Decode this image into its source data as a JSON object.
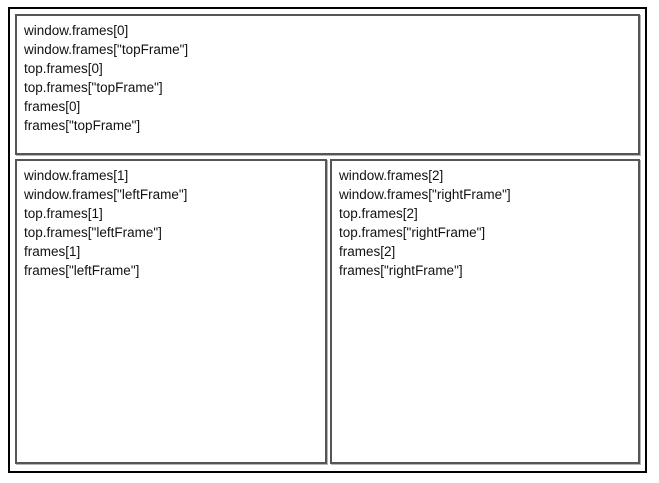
{
  "diagram": {
    "colors": {
      "background": "#ffffff",
      "outer_border": "#000000",
      "frame_border": "#555555",
      "text_color": "#111111"
    },
    "frames": {
      "top_frame": {
        "lines": [
          "window.frames[0]",
          "window.frames[\"topFrame\"]",
          "top.frames[0]",
          "top.frames[\"topFrame\"]",
          "frames[0]",
          "frames[\"topFrame\"]"
        ]
      },
      "left_frame": {
        "lines": [
          "window.frames[1]",
          "window.frames[\"leftFrame\"]",
          "top.frames[1]",
          "top.frames[\"leftFrame\"]",
          "frames[1]",
          "frames[\"leftFrame\"]"
        ]
      },
      "right_frame": {
        "lines": [
          "window.frames[2]",
          "window.frames[\"rightFrame\"]",
          "top.frames[2]",
          "top.frames[\"rightFrame\"]",
          "frames[2]",
          "frames[\"rightFrame\"]"
        ]
      }
    }
  }
}
